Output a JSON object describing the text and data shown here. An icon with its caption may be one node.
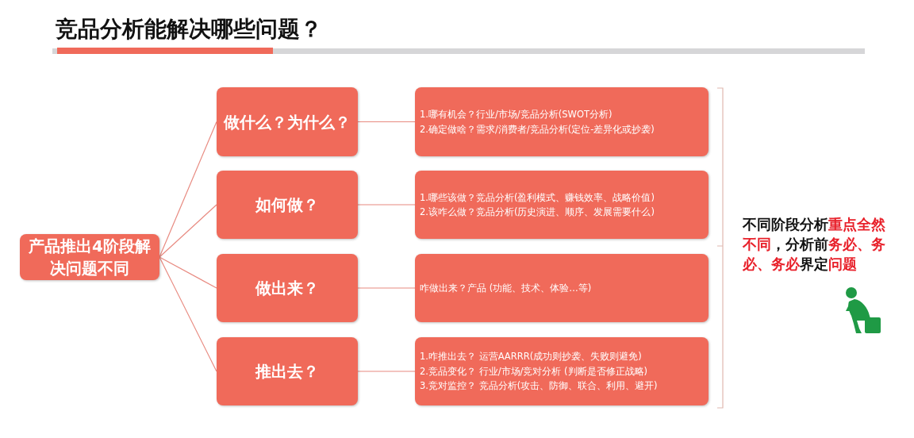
{
  "diagram": {
    "title": "竞品分析能解决哪些问题？",
    "nodes": [
      {
        "text": [
          "产品推出4阶段解决问题不同"
        ]
      },
      {
        "text": [
          "做什么？为什么？"
        ]
      },
      {
        "text": [
          "如何做？"
        ]
      },
      {
        "text": [
          "做出来？"
        ]
      },
      {
        "text": [
          "推出去？"
        ]
      },
      {
        "text": [
          "1.哪有机会？行业/市场/竞品分析(SWOT分析)",
          "2.确定做啥？需求/消费者/竞品分析(定位-差异化或抄袭)"
        ]
      },
      {
        "text": [
          "1.哪些该做？竞品分析(盈利模式、赚钱效率、战略价值)",
          "2.该咋么做？竞品分析(历史演进、顺序、发展需要什么)"
        ]
      },
      {
        "text": [
          "咋做出来？产品 (功能、技术、体验…等)"
        ]
      },
      {
        "text": [
          "1.咋推出去？ 运营AARRR(成功则抄袭、失败则避免)",
          "2.竞品变化？ 行业/市场/竞对分析 (判断是否修正战略)",
          "3.竞对监控？ 竞品分析(攻击、防御、联合、利用、避开)"
        ]
      }
    ],
    "edges": [
      {
        "from": 0,
        "to": 1,
        "arrow": "none"
      },
      {
        "from": 0,
        "to": 2,
        "arrow": "none"
      },
      {
        "from": 0,
        "to": 3,
        "arrow": "none"
      },
      {
        "from": 0,
        "to": 4,
        "arrow": "none"
      },
      {
        "from": 1,
        "to": 5,
        "arrow": "none"
      },
      {
        "from": 2,
        "to": 6,
        "arrow": "none"
      },
      {
        "from": 3,
        "to": 7,
        "arrow": "none"
      },
      {
        "from": 4,
        "to": 8,
        "arrow": "none"
      }
    ],
    "labels": [
      "不同阶段分析**重点全然不同**，分析前**务必、务必、务必**界定**问题**"
    ]
  }
}
